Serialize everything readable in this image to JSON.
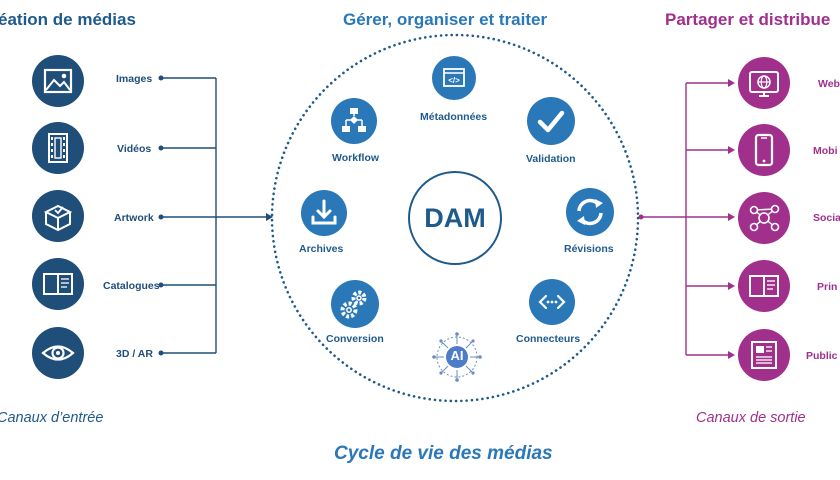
{
  "headers": {
    "left": "éation de médias",
    "center": "Gérer, organiser et traiter",
    "right": "Partager et distribue"
  },
  "inputs": [
    {
      "label": "Images",
      "icon": "image-icon"
    },
    {
      "label": "Vidéos",
      "icon": "film-icon"
    },
    {
      "label": "Artwork",
      "icon": "box-icon"
    },
    {
      "label": "Catalogues",
      "icon": "book-icon"
    },
    {
      "label": "3D / AR",
      "icon": "eye-icon"
    }
  ],
  "outputs": [
    {
      "label": "Web",
      "icon": "globe-icon"
    },
    {
      "label": "Mobi",
      "icon": "mobile-icon"
    },
    {
      "label": "Socia",
      "icon": "social-network-icon"
    },
    {
      "label": "Prin",
      "icon": "print-book-icon"
    },
    {
      "label": "Public",
      "icon": "newspaper-icon"
    }
  ],
  "center": {
    "hub": "DAM",
    "nodes": [
      {
        "label": "Métadonnées",
        "icon": "code-window-icon"
      },
      {
        "label": "Workflow",
        "icon": "workflow-icon"
      },
      {
        "label": "Validation",
        "icon": "check-icon"
      },
      {
        "label": "Archives",
        "icon": "download-icon"
      },
      {
        "label": "Révisions",
        "icon": "refresh-icon"
      },
      {
        "label": "Conversion",
        "icon": "gears-icon"
      },
      {
        "label": "Connecteurs",
        "icon": "code-arrows-icon"
      },
      {
        "label": "",
        "icon": "ai-chip-icon",
        "text": "AI"
      }
    ]
  },
  "captions": {
    "left": "Canaux d’entrée",
    "right": "Canaux de sortie",
    "footer": "Cycle de vie des médias"
  },
  "colors": {
    "input_blue": "#1f4e79",
    "center_blue": "#2a78b8",
    "output_purple": "#a0308c"
  }
}
